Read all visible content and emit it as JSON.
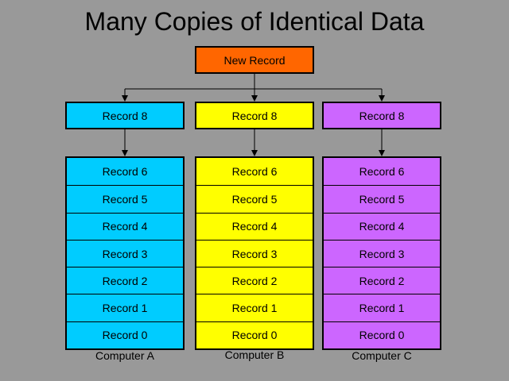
{
  "title": "Many Copies of Identical Data",
  "new_record": "New Record",
  "colors": {
    "background": "#999999",
    "new_record": "#ff6600",
    "computer_a": "#00ccff",
    "computer_b": "#ffff00",
    "computer_c": "#cc66ff"
  },
  "computers": [
    {
      "label": "Computer A",
      "color": "#00ccff",
      "incoming": "Record 8",
      "records": [
        "Record 6",
        "Record 5",
        "Record 4",
        "Record 3",
        "Record 2",
        "Record 1",
        "Record 0"
      ]
    },
    {
      "label": "Computer B",
      "color": "#ffff00",
      "incoming": "Record 8",
      "records": [
        "Record 6",
        "Record 5",
        "Record 4",
        "Record 3",
        "Record 2",
        "Record 1",
        "Record 0"
      ]
    },
    {
      "label": "Computer C",
      "color": "#cc66ff",
      "incoming": "Record 8",
      "records": [
        "Record 6",
        "Record 5",
        "Record 4",
        "Record 3",
        "Record 2",
        "Record 1",
        "Record 0"
      ]
    }
  ]
}
